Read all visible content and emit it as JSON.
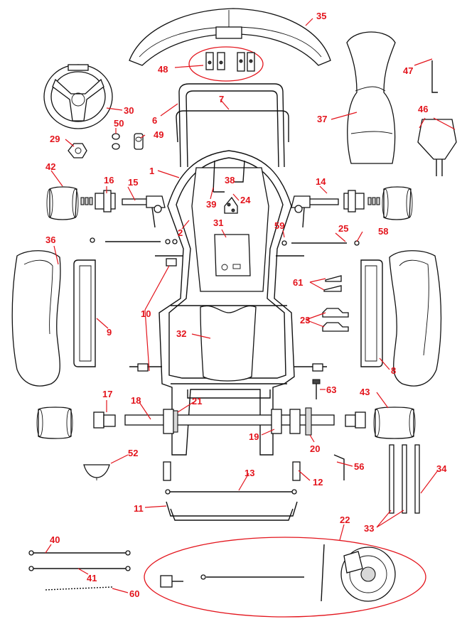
{
  "callouts": {
    "c1": "1",
    "c2": "2",
    "c6": "6",
    "c7": "7",
    "c8": "8",
    "c9": "9",
    "c10": "10",
    "c11": "11",
    "c12": "12",
    "c13": "13",
    "c14": "14",
    "c15": "15",
    "c16": "16",
    "c17": "17",
    "c18": "18",
    "c19": "19",
    "c20": "20",
    "c21": "21",
    "c22": "22",
    "c23": "23",
    "c24": "24",
    "c25": "25",
    "c29": "29",
    "c30": "30",
    "c31": "31",
    "c32": "32",
    "c33": "33",
    "c34": "34",
    "c35": "35",
    "c36": "36",
    "c37": "37",
    "c38": "38",
    "c39": "39",
    "c40": "40",
    "c41": "41",
    "c42": "42",
    "c43": "43",
    "c46": "46",
    "c47": "47",
    "c48": "48",
    "c49": "49",
    "c50": "50",
    "c52": "52",
    "c56": "56",
    "c58": "58",
    "c59": "59",
    "c60": "60",
    "c61": "61",
    "c63": "63"
  },
  "colors": {
    "callout": "#e3141c",
    "line": "#111111"
  }
}
